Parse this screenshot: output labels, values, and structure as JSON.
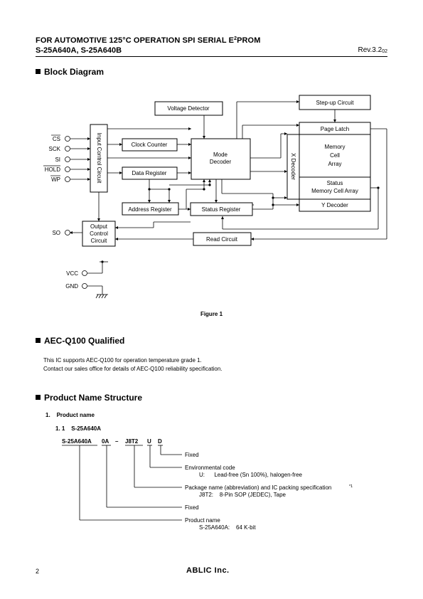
{
  "header": {
    "title_pre": "FOR AUTOMOTIVE 125°C OPERATION SPI SERIAL E",
    "title_sup": "2",
    "title_post": "PROM",
    "subtitle": "S-25A640A, S-25A640B",
    "rev_main": "Rev.3.2",
    "rev_sub": "02"
  },
  "sections": {
    "block_diagram": "Block Diagram",
    "aec": "AEC-Q100 Qualified",
    "product_name_structure": "Product Name Structure"
  },
  "diagram": {
    "pins": {
      "cs": "CS",
      "sck": "SCK",
      "si": "SI",
      "hold": "HOLD",
      "wp": "WP",
      "so": "SO",
      "vcc": "VCC",
      "gnd": "GND"
    },
    "blocks": {
      "input_control": "Input Control Circuit",
      "clock_counter": "Clock Counter",
      "data_register": "Data Register",
      "voltage_detector": "Voltage Detector",
      "mode_decoder_1": "Mode",
      "mode_decoder_2": "Decoder",
      "address_register": "Address Register",
      "status_register": "Status Register",
      "output_control_1": "Output",
      "output_control_2": "Control",
      "output_control_3": "Circuit",
      "read_circuit": "Read Circuit",
      "step_up": "Step-up Circuit",
      "page_latch": "Page Latch",
      "x_decoder": "X Decoder",
      "memory_1": "Memory",
      "memory_2": "Cell",
      "memory_3": "Array",
      "status_mem_1": "Status",
      "status_mem_2": "Memory Cell Array",
      "y_decoder": "Y Decoder"
    },
    "caption": "Figure 1"
  },
  "aec": {
    "line1": "This IC supports AEC-Q100 for operation temperature grade 1.",
    "line2": "Contact our sales office for details of AEC-Q100 reliability specification."
  },
  "product_name": {
    "item1": "1.    Product name",
    "item11": "1. 1    S-25A640A",
    "code_parts": {
      "base": "S-25A640A",
      "variant": "0A",
      "dash": "–",
      "pkg": "J8T2",
      "env": "U",
      "fixed": "D"
    },
    "annotations": {
      "fixed_top": "Fixed",
      "env_title": "Environmental code",
      "env_value": "U:      Lead-free (Sn 100%), halogen-free",
      "pkg_title": "Package name (abbreviation) and IC packing specification",
      "pkg_note": "*1",
      "pkg_value": "J8T2:    8-Pin SOP (JEDEC), Tape",
      "fixed_mid": "Fixed",
      "prod_title": "Product name",
      "prod_value": "S-25A640A:    64 K-bit"
    }
  },
  "footer": {
    "page": "2",
    "logo": "ABLIC Inc."
  }
}
